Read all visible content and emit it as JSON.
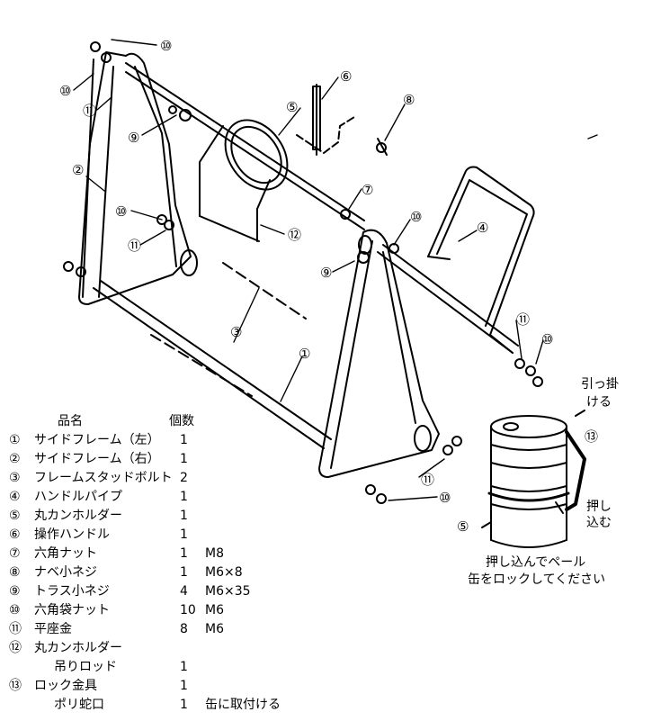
{
  "callouts": {
    "n1": "①",
    "n2": "②",
    "n3": "③",
    "n4": "④",
    "n5": "⑤",
    "n6": "⑥",
    "n7": "⑦",
    "n8": "⑧",
    "n9": "⑨",
    "n10": "⑩",
    "n11": "⑪",
    "n12": "⑫",
    "n13": "⑬"
  },
  "notes": {
    "hook_1": "引っ掛",
    "hook_2": "ける",
    "push_1": "押し",
    "push_2": "込む",
    "lock_1": "押し込んでペール",
    "lock_2": "缶をロックしてください"
  },
  "parts_list": {
    "header_name": "品名",
    "header_qty": "個数",
    "rows": [
      {
        "no": "①",
        "name": "サイドフレーム（左）",
        "qty": "1",
        "spec": ""
      },
      {
        "no": "②",
        "name": "サイドフレーム（右）",
        "qty": "1",
        "spec": ""
      },
      {
        "no": "③",
        "name": "フレームスタッドボルト",
        "qty": "2",
        "spec": ""
      },
      {
        "no": "④",
        "name": "ハンドルパイプ",
        "qty": "1",
        "spec": ""
      },
      {
        "no": "⑤",
        "name": "丸カンホルダー",
        "qty": "1",
        "spec": ""
      },
      {
        "no": "⑥",
        "name": "操作ハンドル",
        "qty": "1",
        "spec": ""
      },
      {
        "no": "⑦",
        "name": "六角ナット",
        "qty": "1",
        "spec": "M8"
      },
      {
        "no": "⑧",
        "name": "ナベ小ネジ",
        "qty": "1",
        "spec": "M6×8"
      },
      {
        "no": "⑨",
        "name": "トラス小ネジ",
        "qty": "4",
        "spec": "M6×35"
      },
      {
        "no": "⑩",
        "name": "六角袋ナット",
        "qty": "10",
        "spec": "M6"
      },
      {
        "no": "⑪",
        "name": "平座金",
        "qty": "8",
        "spec": "M6"
      },
      {
        "no": "⑫",
        "name": "丸カンホルダー",
        "qty": "",
        "spec": ""
      },
      {
        "no": "",
        "name": "吊りロッド",
        "qty": "1",
        "spec": ""
      },
      {
        "no": "⑬",
        "name": "ロック金具",
        "qty": "1",
        "spec": ""
      },
      {
        "no": "",
        "name": "ポリ蛇口",
        "qty": "1",
        "spec": "缶に取付ける"
      }
    ]
  }
}
